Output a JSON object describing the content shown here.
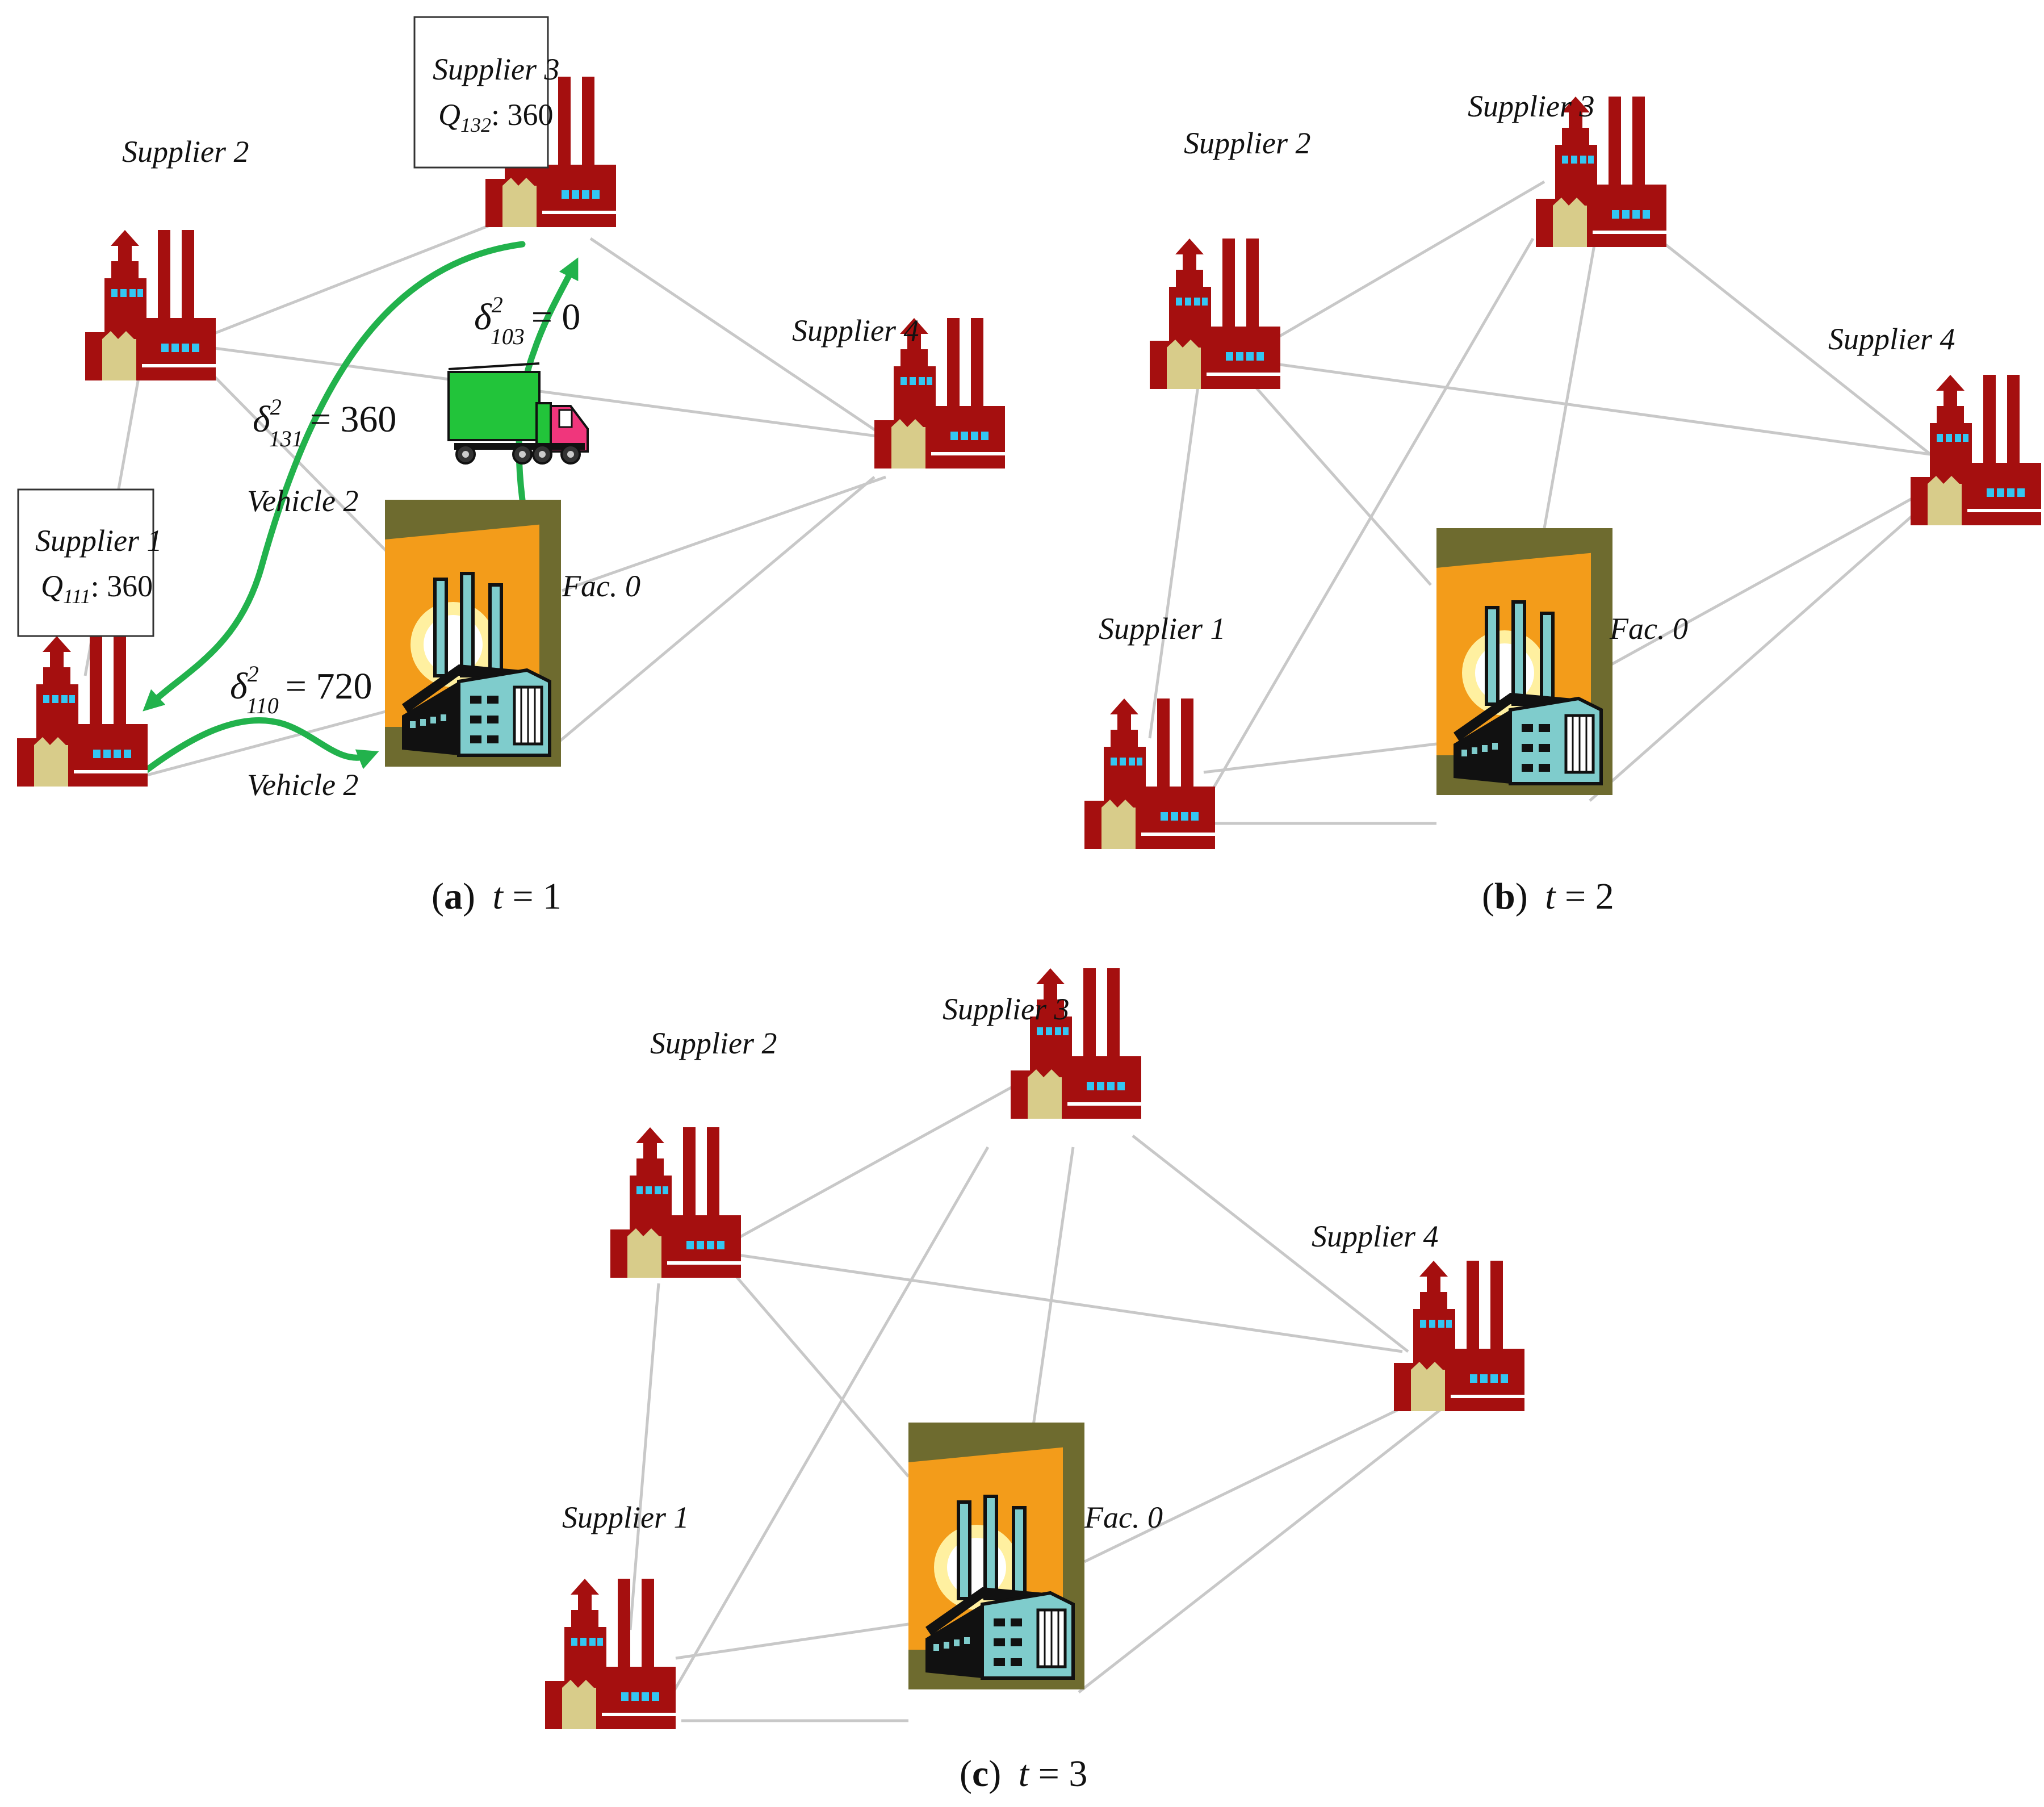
{
  "panels": [
    {
      "id": "a",
      "caption": {
        "letter": "a",
        "var": "t",
        "value": "1"
      },
      "suppliers": [
        "Supplier 1",
        "Supplier 2",
        "Supplier 3",
        "Supplier 4"
      ],
      "facility": "Fac. 0",
      "boxes": {
        "supplier1": {
          "name": "Supplier 1",
          "q_var": "Q",
          "q_sub": "111",
          "q_value": ": 360"
        },
        "supplier3": {
          "name": "Supplier 3",
          "q_var": "Q",
          "q_sub": "132",
          "q_value": ": 360"
        }
      },
      "deltas": [
        {
          "sym": "δ",
          "sup": "2",
          "sub": "103",
          "value": "= 0"
        },
        {
          "sym": "δ",
          "sup": "2",
          "sub": "131",
          "value": "= 360"
        },
        {
          "sym": "δ",
          "sup": "2",
          "sub": "110",
          "value": "= 720"
        }
      ],
      "vehicle_labels": [
        "Vehicle 2",
        "Vehicle 2"
      ]
    },
    {
      "id": "b",
      "caption": {
        "letter": "b",
        "var": "t",
        "value": "2"
      },
      "suppliers": [
        "Supplier 1",
        "Supplier 2",
        "Supplier 3",
        "Supplier 4"
      ],
      "facility": "Fac. 0"
    },
    {
      "id": "c",
      "caption": {
        "letter": "c",
        "var": "t",
        "value": "3"
      },
      "suppliers": [
        "Supplier 1",
        "Supplier 2",
        "Supplier 3",
        "Supplier 4"
      ],
      "facility": "Fac. 0"
    }
  ],
  "colors": {
    "supplier_factory": "#a50f0f",
    "factory_window": "#33c6f2",
    "factory_door": "#d8cc8a",
    "facility_sky": "#f39c1a",
    "facility_ground": "#6e6b2f",
    "facility_building": "#7fcccc",
    "edge": "#c8c8c8",
    "flow_arrow": "#22b24c",
    "truck_cargo": "#22c43a",
    "truck_cab": "#f0367c"
  },
  "icons": [
    "supplier-factory-icon",
    "facility-icon",
    "truck-icon",
    "green-flow-arrow"
  ]
}
